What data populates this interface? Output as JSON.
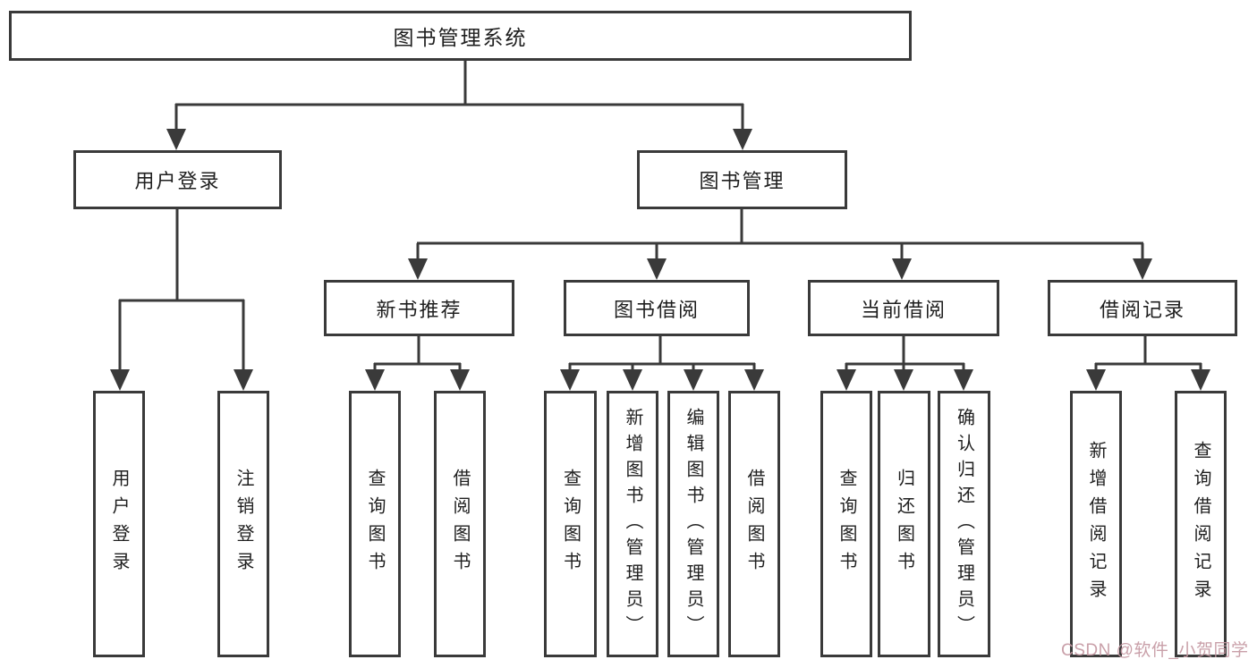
{
  "colors": {
    "line": "#3a3a3a",
    "box_border": "#3a3a3a",
    "text": "#1f1f1f",
    "background": "#ffffff",
    "watermark": "#c498a2"
  },
  "diagram": {
    "root": "图书管理系统",
    "level1": {
      "user_login": "用户登录",
      "book_mgmt": "图书管理"
    },
    "level2": {
      "new_book": "新书推荐",
      "book_borrow": "图书借阅",
      "current_borrow": "当前借阅",
      "borrow_records": "借阅记录"
    },
    "leaves": {
      "user_login": [
        "用户登录",
        "注销登录"
      ],
      "new_book": [
        "查询图书",
        "借阅图书"
      ],
      "book_borrow": [
        "查询图书",
        "新增图书（管理员）",
        "编辑图书（管理员）",
        "借阅图书"
      ],
      "current_borrow": [
        "查询图书",
        "归还图书",
        "确认归还（管理员）"
      ],
      "borrow_records": [
        "新增借阅记录",
        "查询借阅记录"
      ]
    }
  },
  "watermark": {
    "text": "CSDN @软件_小贺同学"
  }
}
